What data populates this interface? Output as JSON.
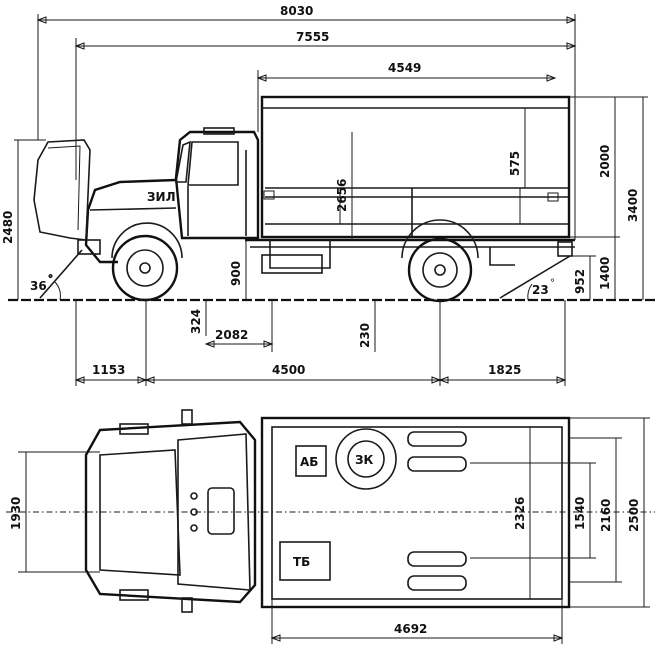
{
  "side_view": {
    "overall_length": "8030",
    "body_length_incl_cab": "7555",
    "platform_length": "4549",
    "side_board_height": "575",
    "awning_height": "2000",
    "overall_height": "3400",
    "cab_height": "2480",
    "inner_height": "2656",
    "angle_front": "36",
    "angle_rear": "23",
    "frame_height": "900",
    "platform_floor_height": "1400",
    "rear_overhang_height": "952",
    "ground_clearance_front": "324",
    "dim_2082": "2082",
    "ground_clearance_rear": "230",
    "front_overhang": "1153",
    "wheelbase": "4500",
    "rear_overhang": "1825"
  },
  "top_view": {
    "cab_width": "1930",
    "platform_inner_length": "4692",
    "platform_inner_width": "2326",
    "rear_track": "1540",
    "rear_width": "2160",
    "overall_width": "2500",
    "battery_label": "АБ",
    "spare_wheel_label": "ЗК",
    "fuel_tank_label": "ТБ"
  }
}
